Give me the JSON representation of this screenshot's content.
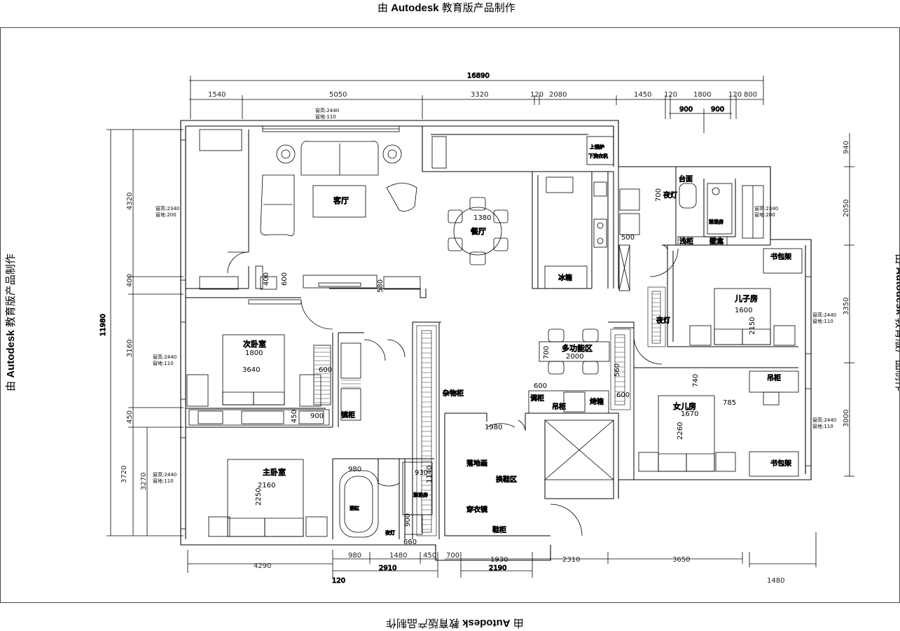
{
  "watermark": {
    "prefix": "由",
    "brand": "Autodesk",
    "suffix": "教育版产品制作"
  },
  "rooms": {
    "living": "客厅",
    "dining": "餐厅",
    "second_bedroom": "次卧室",
    "master_bedroom": "主卧室",
    "son_room": "儿子房",
    "daughter_room": "女儿房",
    "multi_room": "多功能区",
    "storage": "杂物柜",
    "shoe_area": "换鞋区",
    "shower_room": "淋浴房",
    "shower_room_small": "淋浴房",
    "bathtub": "浴缸"
  },
  "labels": {
    "boiler": "上锅炉",
    "washer": "下洗衣机",
    "fridge": "冰箱",
    "basin": "台面",
    "night_light_1": "夜灯",
    "night_light_2": "夜灯",
    "night_light_3": "夜灯",
    "shallow_cabinet": "浅柜",
    "wall_niche": "壁龛",
    "bookshelf_1": "书包架",
    "bookshelf_2": "书包架",
    "hanging_cab_1": "吊柜",
    "hanging_cab_2": "吊柜",
    "seasoning": "调柜",
    "oven": "烤箱",
    "mirror_cab": "镜柜",
    "floor_art": "落地画",
    "dress_mirror": "穿衣镜",
    "shoe_cab": "鞋柜"
  },
  "window_notes": {
    "w_top": [
      "窗高:2440",
      "窗地:110"
    ],
    "w_living": [
      "窗高:2340",
      "窗地:200"
    ],
    "w_bath": [
      "窗高:2340",
      "窗地:200"
    ],
    "w_second": [
      "窗高:2440",
      "窗地:110"
    ],
    "w_master": [
      "窗高:2440",
      "窗地:110"
    ],
    "w_son": [
      "窗高:2440",
      "窗地:110"
    ],
    "w_daughter": [
      "窗高:2440",
      "窗地:110"
    ]
  },
  "dimensions": {
    "top_total": "16890",
    "top_row": [
      "1540",
      "5050",
      "3320",
      "120",
      "2080",
      "1450",
      "120",
      "1800",
      "120",
      "800"
    ],
    "top_sub": [
      "900",
      "900"
    ],
    "left_total": "11980",
    "left_row": [
      "4320",
      "400",
      "3160",
      "450",
      "3720"
    ],
    "left_inner": "3270",
    "right_row": [
      "940",
      "2050",
      "3350",
      "3000"
    ],
    "bottom_row": [
      "4290",
      "980",
      "1480",
      "450",
      "700",
      "1930",
      "2310",
      "3650",
      "1480"
    ],
    "bottom_row2": [
      "2910",
      "2190"
    ],
    "bottom_120": "120",
    "inner": {
      "d1380": "1380",
      "d1800": "1800",
      "d3640": "3640",
      "d2160": "2160",
      "d2250": "2250",
      "d1600": "1600",
      "d2150": "2150",
      "d1670": "1670",
      "d2260": "2260",
      "d2000": "2000",
      "d700a": "700",
      "d700b": "700",
      "d500": "500",
      "d600a": "600",
      "d600b": "600",
      "d600c": "600",
      "d580": "580",
      "d600d": "600",
      "d450": "450",
      "d900": "900",
      "d980": "980",
      "d930": "930",
      "d1140": "1140",
      "d900b": "900",
      "d660": "660",
      "d1980": "1980",
      "d740": "740",
      "d785": "785",
      "d560": "560",
      "d400": "400"
    }
  }
}
